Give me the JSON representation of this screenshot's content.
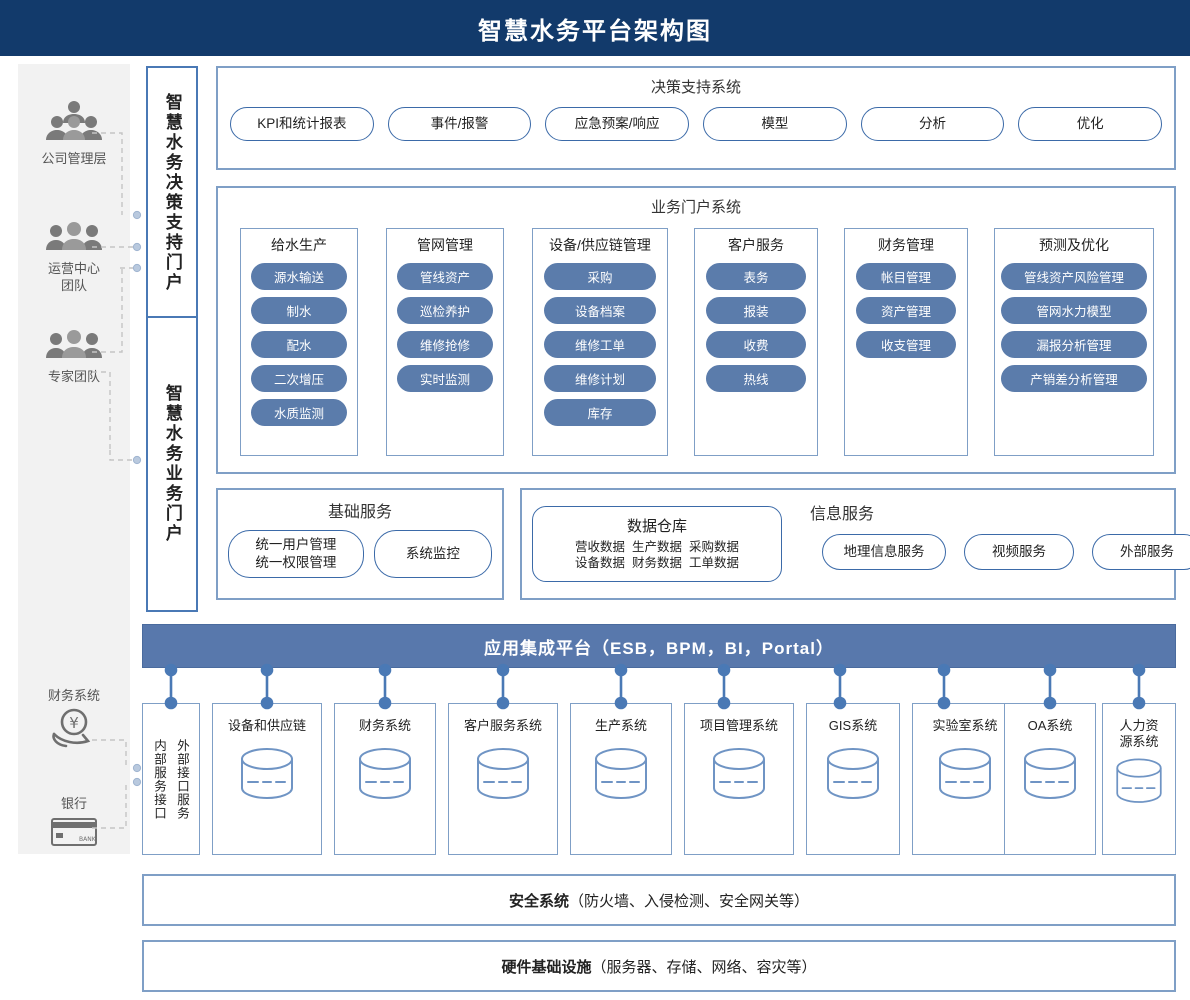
{
  "title": "智慧水务平台架构图",
  "actors": [
    {
      "label": "公司管理层",
      "icon": "people-group-icon"
    },
    {
      "label": "运营中心\n团队",
      "icon": "people-group-icon"
    },
    {
      "label": "专家团队",
      "icon": "people-group-icon"
    },
    {
      "label": "财务系统",
      "icon": "yuan-hand-icon"
    },
    {
      "label": "银行",
      "icon": "bank-card-icon"
    }
  ],
  "portals": [
    {
      "label": "智慧水务决策支持门户"
    },
    {
      "label": "智慧水务业务门户"
    }
  ],
  "decision_support": {
    "title": "决策支持系统",
    "items": [
      "KPI和统计报表",
      "事件/报警",
      "应急预案/响应",
      "模型",
      "分析",
      "优化"
    ]
  },
  "business_portal": {
    "title": "业务门户系统",
    "columns": [
      {
        "header": "给水生产",
        "items": [
          "源水输送",
          "制水",
          "配水",
          "二次增压",
          "水质监测"
        ]
      },
      {
        "header": "管网管理",
        "items": [
          "管线资产",
          "巡检养护",
          "维修抢修",
          "实时监测"
        ]
      },
      {
        "header": "设备/供应链管理",
        "items": [
          "采购",
          "设备档案",
          "维修工单",
          "维修计划",
          "库存"
        ]
      },
      {
        "header": "客户服务",
        "items": [
          "表务",
          "报装",
          "收费",
          "热线"
        ]
      },
      {
        "header": "财务管理",
        "items": [
          "帐目管理",
          "资产管理",
          "收支管理"
        ]
      },
      {
        "header": "预测及优化",
        "items": [
          "管线资产风险管理",
          "管网水力模型",
          "漏报分析管理",
          "产销差分析管理"
        ]
      }
    ]
  },
  "basic_services": {
    "title": "基础服务",
    "items": [
      "统一用户管理\n统一权限管理",
      "系统监控"
    ]
  },
  "data_warehouse": {
    "title": "数据仓库",
    "rows": [
      "营收数据  生产数据  采购数据",
      "设备数据  财务数据  工单数据"
    ]
  },
  "info_services": {
    "title": "信息服务",
    "items": [
      "地理信息服务",
      "视频服务",
      "外部服务"
    ]
  },
  "integration_platform": {
    "label": "应用集成平台（ESB，BPM，BI，Portal）"
  },
  "interface_box": {
    "col_right": "外部接口服务",
    "col_left": "内部服务接口"
  },
  "systems": [
    {
      "name": "设备和供应链",
      "icon": "database-cylinder-icon"
    },
    {
      "name": "财务系统",
      "icon": "database-cylinder-icon"
    },
    {
      "name": "客户服务系统",
      "icon": "database-cylinder-icon"
    },
    {
      "name": "生产系统",
      "icon": "database-cylinder-icon"
    },
    {
      "name": "项目管理系统",
      "icon": "database-cylinder-icon"
    },
    {
      "name": "GIS系统",
      "icon": "database-cylinder-icon"
    },
    {
      "name": "实验室系统",
      "icon": "database-cylinder-icon"
    },
    {
      "name": "OA系统",
      "icon": "database-cylinder-icon"
    },
    {
      "name": "人力资\n源系统",
      "icon": "database-cylinder-icon"
    }
  ],
  "security_bar": {
    "strong": "安全系统",
    "rest": "（防火墙、入侵检测、安全网关等）"
  },
  "hardware_bar": {
    "strong": "硬件基础设施",
    "rest": "（服务器、存储、网络、容灾等）"
  },
  "colors": {
    "title_bg": "#123A6B",
    "pill_fill": "#5B7CAB",
    "integration_bar": "#5878AC",
    "panel_border": "#7f9fc6",
    "portal_border": "#4a79b5",
    "actor_bg": "#f2f2f2"
  }
}
